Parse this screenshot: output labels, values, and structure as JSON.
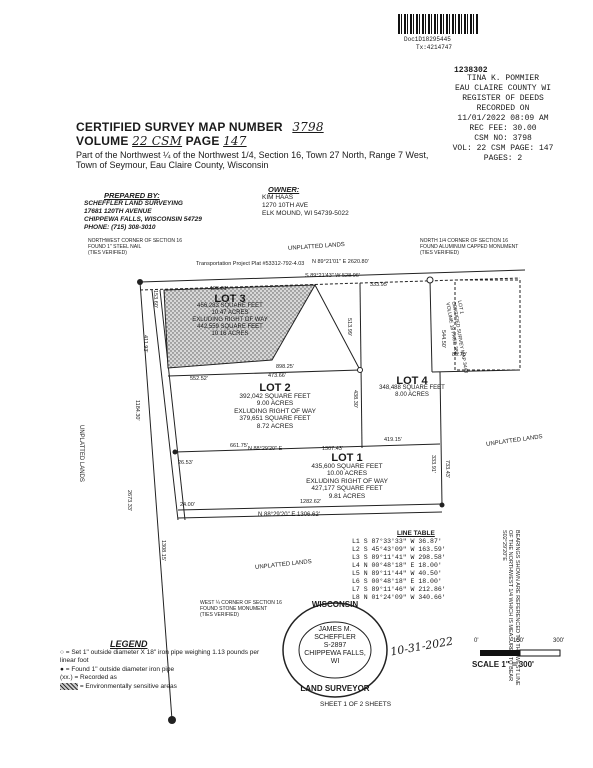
{
  "header": {
    "doc_id": "Doc1D18295445",
    "tx_id": "Tx:4214747",
    "rec_no": "1238302",
    "recorder": [
      "TINA K. POMMIER",
      "EAU CLAIRE COUNTY WI",
      "REGISTER OF DEEDS",
      "RECORDED ON",
      "11/01/2022 08:09 AM",
      "REC FEE: 30.00",
      "CSM NO: 3798",
      "VOL: 22 CSM PAGE: 147",
      "PAGES: 2"
    ]
  },
  "title": {
    "line1": "CERTIFIED SURVEY MAP NUMBER",
    "csm_no": "3798",
    "line2_a": "VOLUME",
    "volume": "22 CSM",
    "line2_b": "PAGE",
    "page": "147"
  },
  "description": "Part of the Northwest ¼ of the Northwest 1/4, Section 16, Town 27 North, Range 7 West, Town of Seymour, Eau Claire County, Wisconsin",
  "prepared_by": {
    "heading": "PREPARED BY:",
    "lines": [
      "SCHEFFLER LAND SURVEYING",
      "17681 120TH AVENUE",
      "CHIPPEWA FALLS, WISCONSIN 54729",
      "PHONE: (715) 308-3010"
    ]
  },
  "owner": {
    "heading": "OWNER:",
    "lines": [
      "KIM HAAS",
      "1270 10TH AVE",
      "ELK MOUND, WI 54739-5022"
    ]
  },
  "map": {
    "nw_corner": "NORTHWEST CORNER OF SECTION 16\nFOUND 1\" STEEL NAIL\n(TIES VERIFIED)",
    "n_quarter": "NORTH 1/4 CORNER OF SECTION 16\nFOUND ALUMINUM CAPPED MONUMENT\n(TIES VERIFIED)",
    "w_quarter": "WEST ¼ CORNER OF SECTION 16\nFOUND STONE MONUMENT\n(TIES VERIFIED)",
    "unplatted": "UNPLATTED LANDS",
    "transport": "Transportation Project Plat #53312-792-4.03",
    "north_line": "N 89°21'01\" E 2620.80'",
    "north_bearing": "S 89°21'43\" W 528.96'",
    "lot3": {
      "name": "LOT 3",
      "sqft": "456,283 SQUARE FEET",
      "acres": "10.47 ACRES",
      "row": "EXLUDING RIGHT OF WAY",
      "row_sqft": "442,559 SQUARE FEET",
      "row_acres": "10.16 ACRES"
    },
    "lot2": {
      "name": "LOT 2",
      "sqft": "392,042 SQUARE FEET",
      "acres": "9.00 ACRES",
      "row": "EXLUDING RIGHT OF WAY",
      "row_sqft": "379,651 SQUARE FEET",
      "row_acres": "8.72 ACRES"
    },
    "lot4": {
      "name": "LOT 4",
      "sqft": "348,488 SQUARE FEET",
      "acres": "8.00 ACRES"
    },
    "lot1": {
      "name": "LOT 1",
      "sqft": "435,600 SQUARE FEET",
      "acres": "10.00 ACRES",
      "row": "EXLUDING RIGHT OF WAY",
      "row_sqft": "427,177 SQUARE FEET",
      "row_acres": "9.81 ACRES"
    },
    "csm_ref": "LOT 1\nCERTIFIED SURVEY MAP 3443\nVOLUME 18 PAGE 383",
    "dims": [
      "195.01'",
      "333.95'",
      "898.25'",
      "473.66'",
      "552.52'",
      "661.75'",
      "419.15'",
      "1307.43'",
      "26.53'",
      "24.00'",
      "1282.62'",
      "N 88°29'20\" E",
      "N 88°29'20\" E 1306.62'",
      "513.99'",
      "438.30'",
      "544.50'",
      "85.70'",
      "333.91'",
      "733.43'",
      "1184.30'",
      "2673.33'",
      "1308.15'",
      "411.93'",
      "153.60'"
    ],
    "bearing_note": "BEARINGS SHOWN ARE REFERENCED TO THE WEST LINE OF THE NORTHWEST 1/4 WHICH IS MEASURED TO BEAR S02°29'20\"E"
  },
  "line_table": {
    "title": "LINE TABLE",
    "rows": [
      [
        "L1",
        "S 87°33'33\" W",
        "36.87'"
      ],
      [
        "L2",
        "S 45°43'09\" W",
        "163.59'"
      ],
      [
        "L3",
        "S 89°11'41\" W",
        "298.58'"
      ],
      [
        "L4",
        "N 00°48'18\" E",
        "18.00'"
      ],
      [
        "L5",
        "N 89°11'44\" W",
        "40.50'"
      ],
      [
        "L6",
        "S 00°48'18\" E",
        "18.00'"
      ],
      [
        "L7",
        "S 89°11'46\" W",
        "212.86'"
      ],
      [
        "L8",
        "N 01°24'09\" W",
        "340.66'"
      ]
    ]
  },
  "seal": {
    "top": "WISCONSIN",
    "name": "JAMES M. SCHEFFLER",
    "num": "S-2897",
    "city": "CHIPPEWA FALLS, WI",
    "bottom": "LAND SURVEYOR",
    "date": "10-31-2022"
  },
  "legend": {
    "heading": "LEGEND",
    "items": [
      "= Set 1\" outside diameter X 18\" iron pipe weighing 1.13 pounds per linear foot",
      "= Found 1\" outside diameter iron pipe",
      "(xx.) = Recorded as",
      "= Environmentally sensitive areas"
    ]
  },
  "scale": {
    "ticks": [
      "0'",
      "150'",
      "300'"
    ],
    "label": "SCALE 1\" = 300'"
  },
  "sheet": "SHEET 1 OF 2 SHEETS"
}
